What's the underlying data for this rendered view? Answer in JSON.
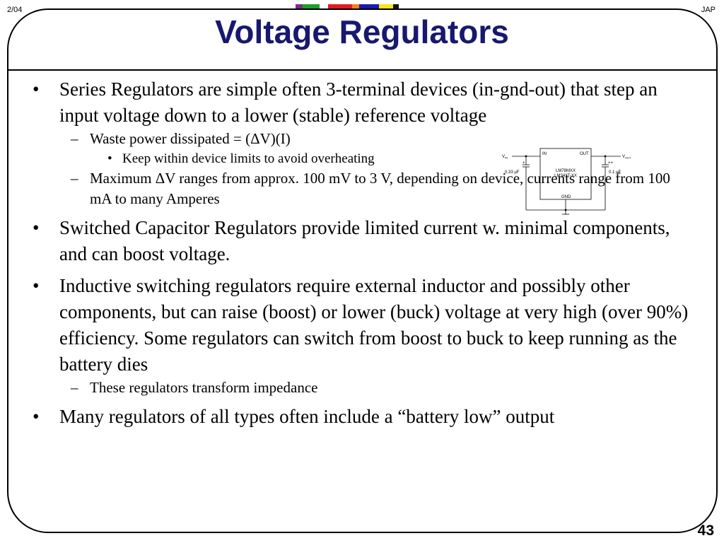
{
  "header": {
    "date": "2/04",
    "author": "JAP",
    "strip_colors": [
      "#7b2c84",
      "#1e9e2a",
      "#ffffff",
      "#e01b23",
      "#f2811d",
      "#1a1ab0",
      "#f5e51b",
      "#111111"
    ]
  },
  "slide": {
    "title": "Voltage Regulators",
    "page_number": "43",
    "bullets": [
      {
        "text": "Series Regulators are simple often 3-terminal devices (in-gnd-out) that step an input voltage down to a lower (stable) reference voltage",
        "sub": [
          {
            "text": "Waste power dissipated = (ΔV)(I)",
            "sub": [
              {
                "text": "Keep within device limits to avoid overheating"
              }
            ]
          },
          {
            "text": "Maximum ΔV ranges from approx. 100 mV to 3 V, depending on device, currents range from 100 mA to many Amperes"
          }
        ]
      },
      {
        "text": "Switched Capacitor Regulators provide limited current w. minimal components, and can boost voltage."
      },
      {
        "text": "Inductive switching regulators require external inductor and possibly other components, but can raise (boost) or lower (buck) voltage at very high (over 90%) efficiency.  Some regulators can switch from boost to buck to keep running as the battery dies",
        "sub": [
          {
            "text": "These regulators transform impedance"
          }
        ]
      },
      {
        "text": "Many regulators of all types often include a “battery low” output"
      }
    ],
    "bullet_marks": {
      "level1": "•",
      "level2": "–",
      "level3": "•"
    }
  },
  "diagram": {
    "vin": "V",
    "vin_sub": "IN",
    "vout": "V",
    "vout_sub": "OUT",
    "pin_in": "IN",
    "pin_out": "OUT",
    "pin_gnd": "GND",
    "part_line1": "LM78MXX",
    "part_line2": "LM341T-XX",
    "cap_in_value": "0.33 μF",
    "cap_out_value": "0.1 μF",
    "cap_in_plus": "+",
    "cap_out_plus": "++"
  }
}
